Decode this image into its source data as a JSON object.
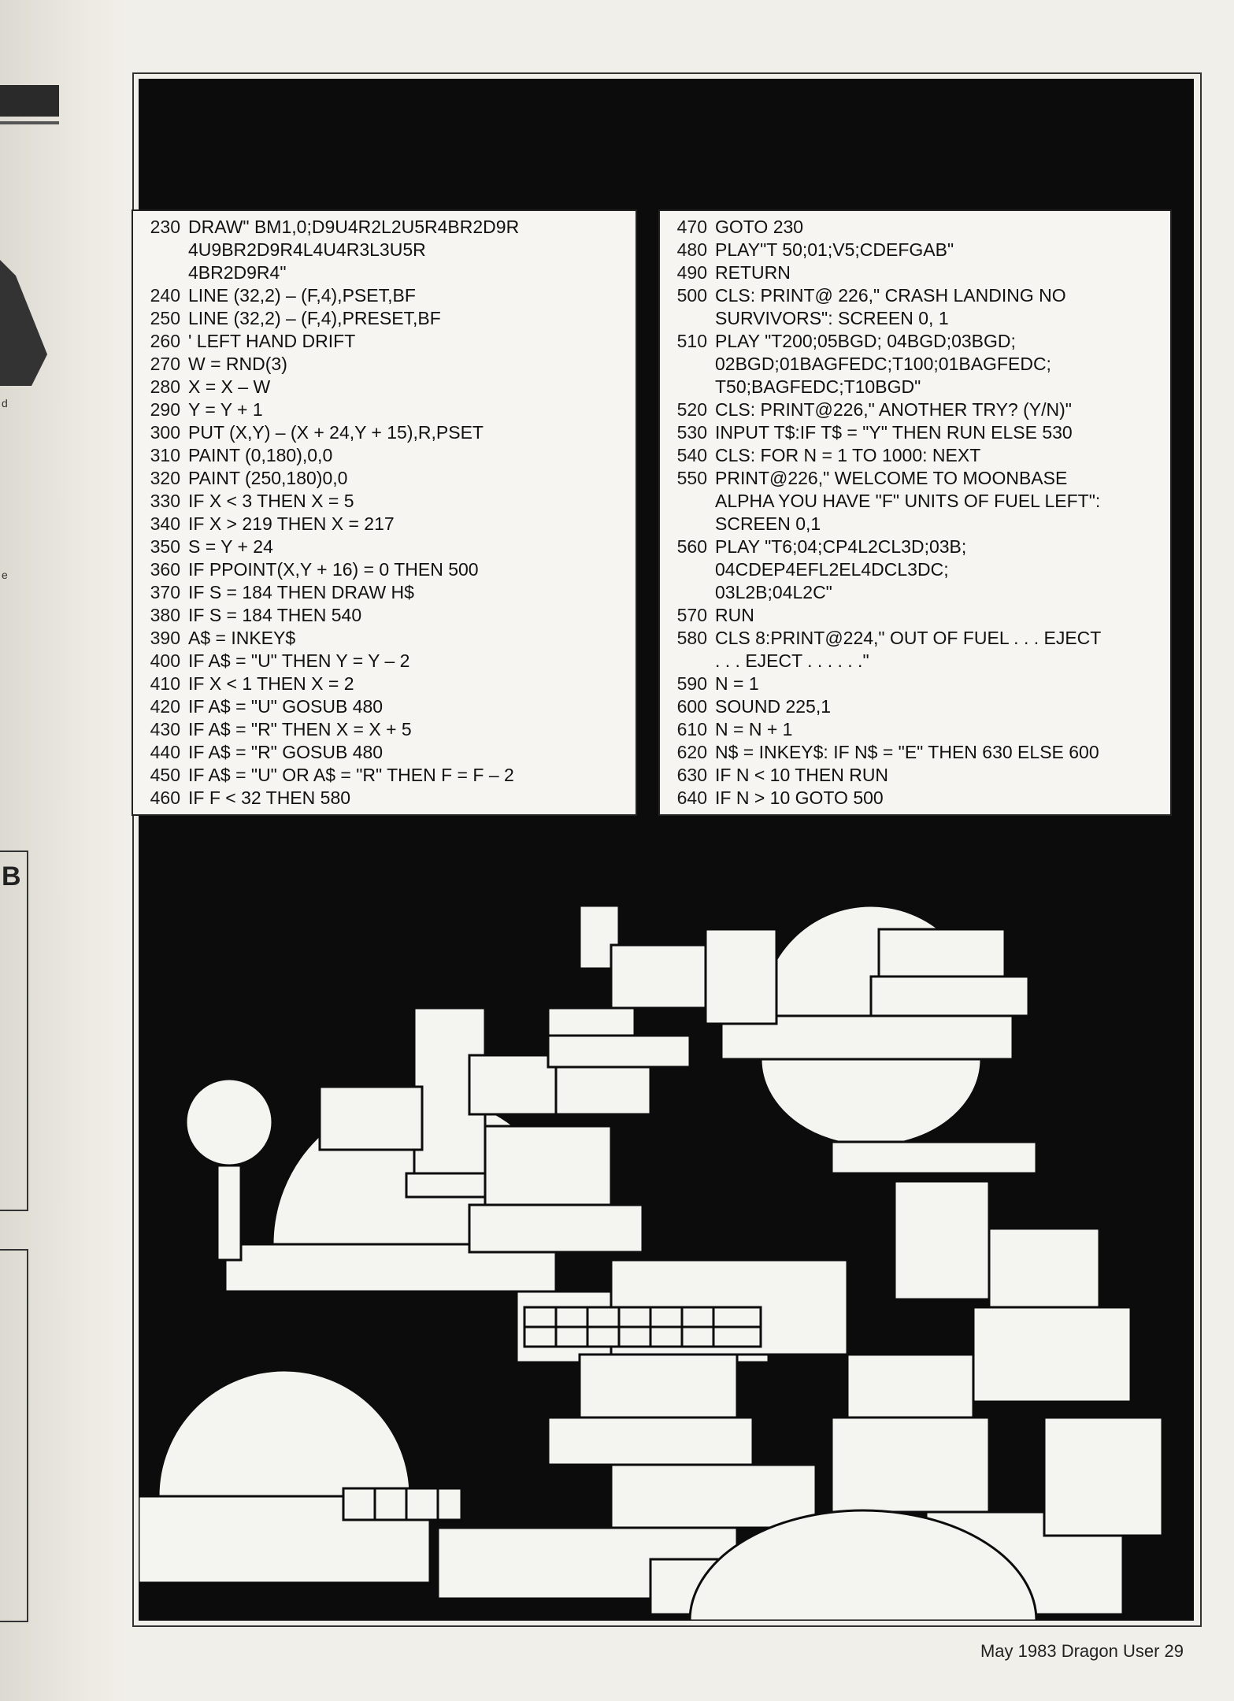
{
  "listing_left": [
    {
      "num": "230",
      "code": "DRAW\" BM1,0;D9U4R2L2U5R4BR2D9R",
      "cont": [
        "4U9BR2D9R4L4U4R3L3U5R",
        "4BR2D9R4\""
      ]
    },
    {
      "num": "240",
      "code": "LINE (32,2) – (F,4),PSET,BF"
    },
    {
      "num": "250",
      "code": "LINE (32,2) – (F,4),PRESET,BF"
    },
    {
      "num": "260",
      "code": "' LEFT HAND DRIFT"
    },
    {
      "num": "270",
      "code": "W = RND(3)"
    },
    {
      "num": "280",
      "code": "X = X – W"
    },
    {
      "num": "290",
      "code": "Y = Y + 1"
    },
    {
      "num": "300",
      "code": "PUT (X,Y) – (X + 24,Y + 15),R,PSET"
    },
    {
      "num": "310",
      "code": "PAINT (0,180),0,0"
    },
    {
      "num": "320",
      "code": "PAINT (250,180)0,0"
    },
    {
      "num": "330",
      "code": "IF X < 3 THEN X = 5"
    },
    {
      "num": "340",
      "code": "IF X > 219 THEN X = 217"
    },
    {
      "num": "350",
      "code": "S = Y + 24"
    },
    {
      "num": "360",
      "code": "IF PPOINT(X,Y + 16) = 0 THEN 500"
    },
    {
      "num": "370",
      "code": "IF S = 184 THEN DRAW H$"
    },
    {
      "num": "380",
      "code": "IF S = 184 THEN 540"
    },
    {
      "num": "390",
      "code": "A$ = INKEY$"
    },
    {
      "num": "400",
      "code": "IF A$ = \"U\" THEN Y = Y – 2"
    },
    {
      "num": "410",
      "code": "IF X < 1 THEN X = 2"
    },
    {
      "num": "420",
      "code": "IF A$ = \"U\" GOSUB 480"
    },
    {
      "num": "430",
      "code": "IF A$ = \"R\" THEN X = X + 5"
    },
    {
      "num": "440",
      "code": "IF A$ = \"R\" GOSUB 480"
    },
    {
      "num": "450",
      "code": "IF A$ = \"U\" OR A$ = \"R\" THEN F = F – 2"
    },
    {
      "num": "460",
      "code": "IF F < 32 THEN 580"
    }
  ],
  "listing_right": [
    {
      "num": "470",
      "code": "GOTO 230"
    },
    {
      "num": "480",
      "code": "PLAY\"T 50;01;V5;CDEFGAB\""
    },
    {
      "num": "490",
      "code": "RETURN"
    },
    {
      "num": "500",
      "code": "CLS: PRINT@ 226,\" CRASH LANDING NO",
      "cont": [
        "SURVIVORS\": SCREEN 0, 1"
      ]
    },
    {
      "num": "510",
      "code": "PLAY \"T200;05BGD; 04BGD;03BGD;",
      "cont": [
        "02BGD;01BAGFEDC;T100;01BAGFEDC;",
        "T50;BAGFEDC;T10BGD\""
      ]
    },
    {
      "num": "520",
      "code": "CLS: PRINT@226,\" ANOTHER TRY? (Y/N)\""
    },
    {
      "num": "530",
      "code": "INPUT T$:IF T$ = \"Y\" THEN RUN ELSE 530"
    },
    {
      "num": "540",
      "code": "CLS: FOR N = 1 TO 1000: NEXT"
    },
    {
      "num": "550",
      "code": "PRINT@226,\" WELCOME TO MOONBASE",
      "cont": [
        "ALPHA YOU HAVE \"F\" UNITS OF FUEL LEFT\":",
        "SCREEN 0,1"
      ]
    },
    {
      "num": "560",
      "code": "PLAY \"T6;04;CP4L2CL3D;03B;",
      "cont": [
        "04CDEP4EFL2EL4DCL3DC;",
        "03L2B;04L2C\""
      ]
    },
    {
      "num": "570",
      "code": "RUN"
    },
    {
      "num": "580",
      "code": "CLS 8:PRINT@224,\" OUT OF FUEL . . . EJECT",
      "cont": [
        ". . . EJECT . . . . . .\""
      ]
    },
    {
      "num": "590",
      "code": "N = 1"
    },
    {
      "num": "600",
      "code": "SOUND 225,1"
    },
    {
      "num": "610",
      "code": "N = N + 1"
    },
    {
      "num": "620",
      "code": "N$ = INKEY$: IF N$ = \"E\" THEN 630 ELSE 600"
    },
    {
      "num": "630",
      "code": "IF N < 10 THEN RUN"
    },
    {
      "num": "640",
      "code": "IF N > 10 GOTO 500"
    }
  ],
  "gutter": {
    "letter_b": "B",
    "letter_small_d": "d",
    "letter_small_e": "e"
  },
  "footer": {
    "text": "May 1983 Dragon User 29"
  },
  "colors": {
    "ink": "#0c0c0c",
    "paper": "#f1efe9"
  }
}
